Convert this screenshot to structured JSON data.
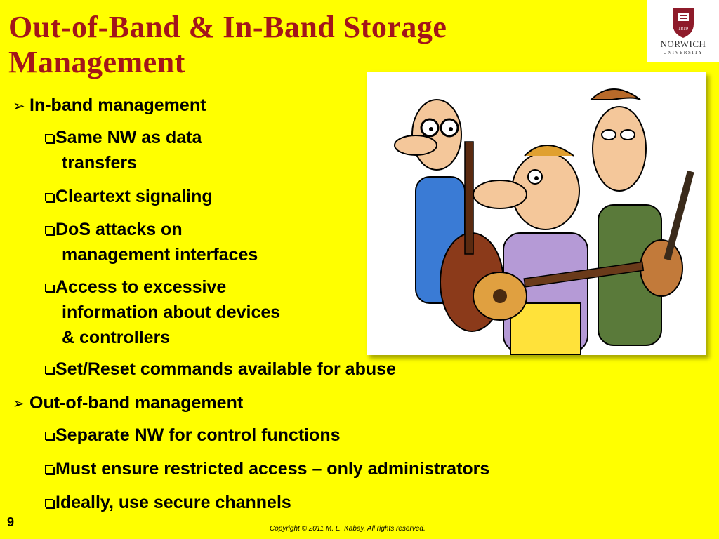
{
  "slide": {
    "title": "Out-of-Band & In-Band Storage Management",
    "page_number": "9",
    "copyright": "Copyright © 2011 M. E. Kabay.  All rights reserved.",
    "logo": {
      "name": "NORWICH",
      "subtitle": "UNIVERSITY",
      "icon": "norwich-crest-icon",
      "year": "1819"
    },
    "picture": {
      "icon": "three-musicians-cartoon"
    },
    "colors": {
      "background": "#ffff00",
      "title": "#a3151a",
      "text": "#000000"
    }
  },
  "bullets": {
    "inband": {
      "label": "In-band management",
      "items": [
        {
          "line1": "Same NW as data",
          "line2": "transfers"
        },
        {
          "line1": "Cleartext signaling"
        },
        {
          "line1": "DoS attacks on",
          "line2": "management interfaces"
        },
        {
          "line1": "Access to excessive",
          "line2": "information about devices",
          "line3": "& controllers"
        },
        {
          "line1": "Set/Reset commands available for abuse"
        }
      ]
    },
    "outband": {
      "label": "Out-of-band management",
      "items": [
        {
          "line1": "Separate NW for control functions"
        },
        {
          "line1": "Must ensure restricted access – only administrators"
        },
        {
          "line1": "Ideally, use secure channels"
        }
      ]
    }
  }
}
